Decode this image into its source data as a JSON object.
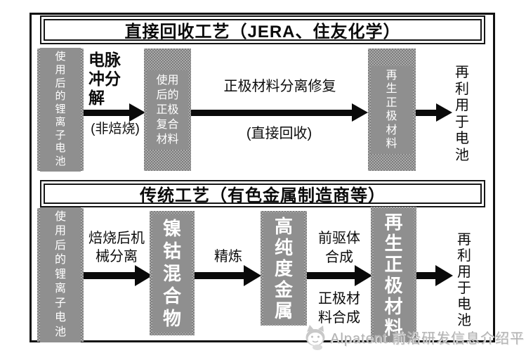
{
  "colors": {
    "box_gray": "#8f8f8f",
    "checker_dark": "#7d7d7d",
    "checker_light": "#ababab",
    "arrow_black": "#0a0a0a",
    "watermark_gray": "#b1b1b1"
  },
  "top_flow": {
    "title": "直接回收工艺（JERA、住友化学）",
    "source_box": "使\n用\n后\n的\n锂\n离\n子\n电\n池",
    "step1_label": "电脉\n冲分\n解",
    "step1_note": "(非焙烧)",
    "mid_box": "使用\n后的\n正极\n复合\n材料",
    "step2_label": "正极材料分离修复",
    "step2_note": "(直接回收)",
    "result_box": "再\n生\n正\n极\n材\n料",
    "output_text": "再\n利\n用\n于\n电\n池"
  },
  "bottom_flow": {
    "title": "传统工艺（有色金属制造商等）",
    "source_box": "使\n用\n后\n的\n锂\n离\n子\n电\n池",
    "step1_label": "焙烧后机\n械分离",
    "box_nickel_cobalt": "镍\n钴\n混\n合\n物",
    "step2_label": "精炼",
    "box_high_purity": "高\n纯\n度\n金\n属",
    "step3_label_top": "前驱体\n合成",
    "step3_label_bottom": "正极材\n料合成",
    "result_box": "再\n生\n正\n极\n材\n料",
    "output_text": "再\n利\n用\n于\n电\n池"
  },
  "watermark": {
    "brand": "Alpatent 前沿研发信息介绍平台"
  }
}
